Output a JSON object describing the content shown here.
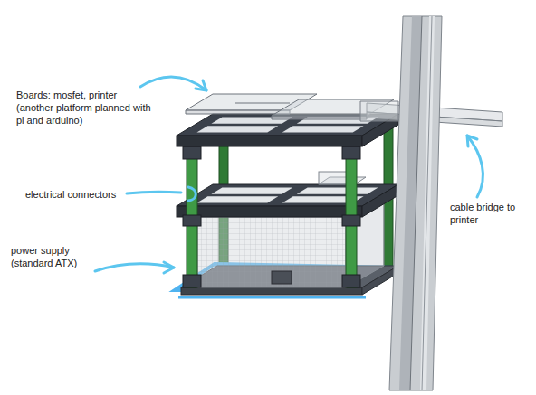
{
  "diagram": {
    "labels": [
      "Boards: mosfet, printer (another platform planned with pi and arduino)",
      "electrical connectors",
      "power supply (standard ATX)",
      "cable bridge to printer"
    ]
  }
}
